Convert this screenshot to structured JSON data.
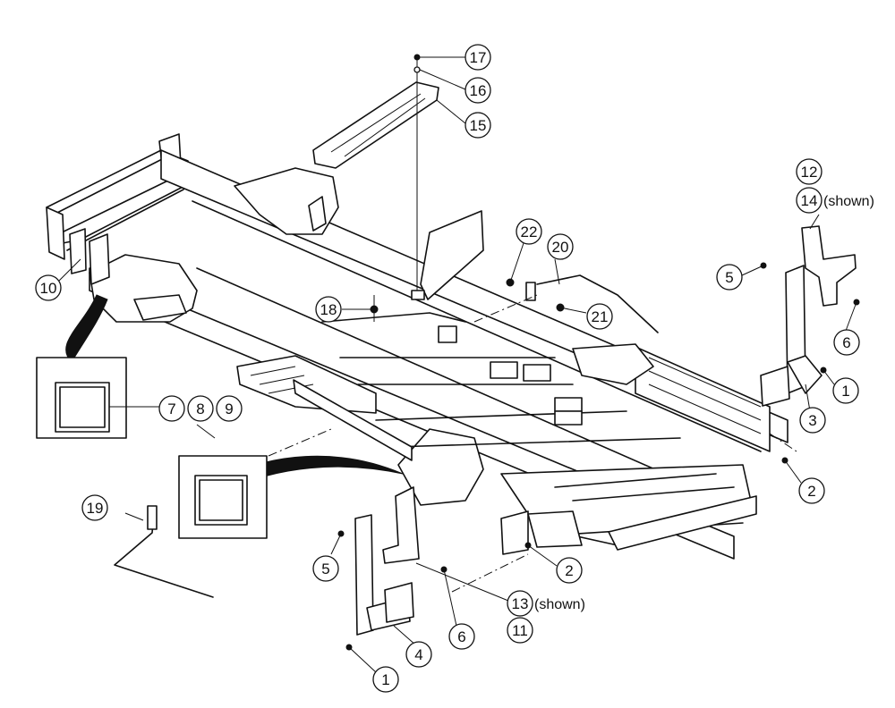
{
  "callouts": [
    {
      "id": "c1a",
      "text": "1"
    },
    {
      "id": "c1b",
      "text": "1"
    },
    {
      "id": "c2a",
      "text": "2"
    },
    {
      "id": "c2b",
      "text": "2"
    },
    {
      "id": "c3",
      "text": "3"
    },
    {
      "id": "c4",
      "text": "4"
    },
    {
      "id": "c5a",
      "text": "5"
    },
    {
      "id": "c5b",
      "text": "5"
    },
    {
      "id": "c6a",
      "text": "6"
    },
    {
      "id": "c6b",
      "text": "6"
    },
    {
      "id": "c7",
      "text": "7"
    },
    {
      "id": "c8",
      "text": "8"
    },
    {
      "id": "c9",
      "text": "9"
    },
    {
      "id": "c10",
      "text": "10"
    },
    {
      "id": "c11",
      "text": "11"
    },
    {
      "id": "c12",
      "text": "12"
    },
    {
      "id": "c13",
      "text": "13"
    },
    {
      "id": "c14",
      "text": "14"
    },
    {
      "id": "c15",
      "text": "15"
    },
    {
      "id": "c16",
      "text": "16"
    },
    {
      "id": "c17",
      "text": "17"
    },
    {
      "id": "c18",
      "text": "18"
    },
    {
      "id": "c19",
      "text": "19"
    },
    {
      "id": "c20",
      "text": "20"
    },
    {
      "id": "c21",
      "text": "21"
    },
    {
      "id": "c22",
      "text": "22"
    }
  ],
  "notes": {
    "shown_14": "(shown)",
    "shown_13": "(shown)"
  }
}
